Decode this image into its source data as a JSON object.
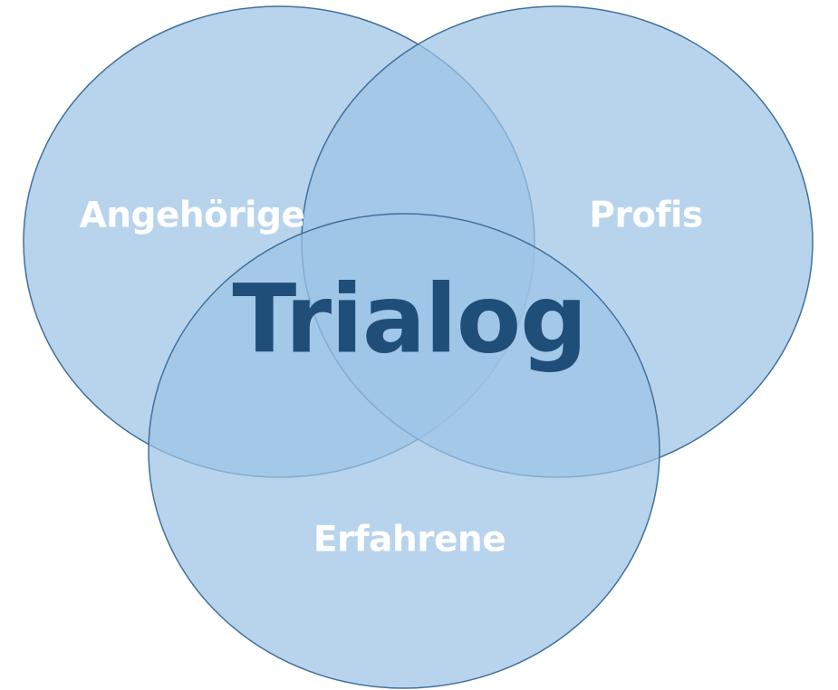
{
  "diagram": {
    "sets": [
      {
        "id": "angehoerige",
        "label": "Angehörige"
      },
      {
        "id": "profis",
        "label": "Profis"
      },
      {
        "id": "erfahrene",
        "label": "Erfahrene"
      }
    ],
    "center_label": "Trialog",
    "colors": {
      "fill": "#9dc3e6",
      "stroke": "#41719c",
      "set_label": "#ffffff",
      "center_label": "#1f4e79"
    }
  }
}
